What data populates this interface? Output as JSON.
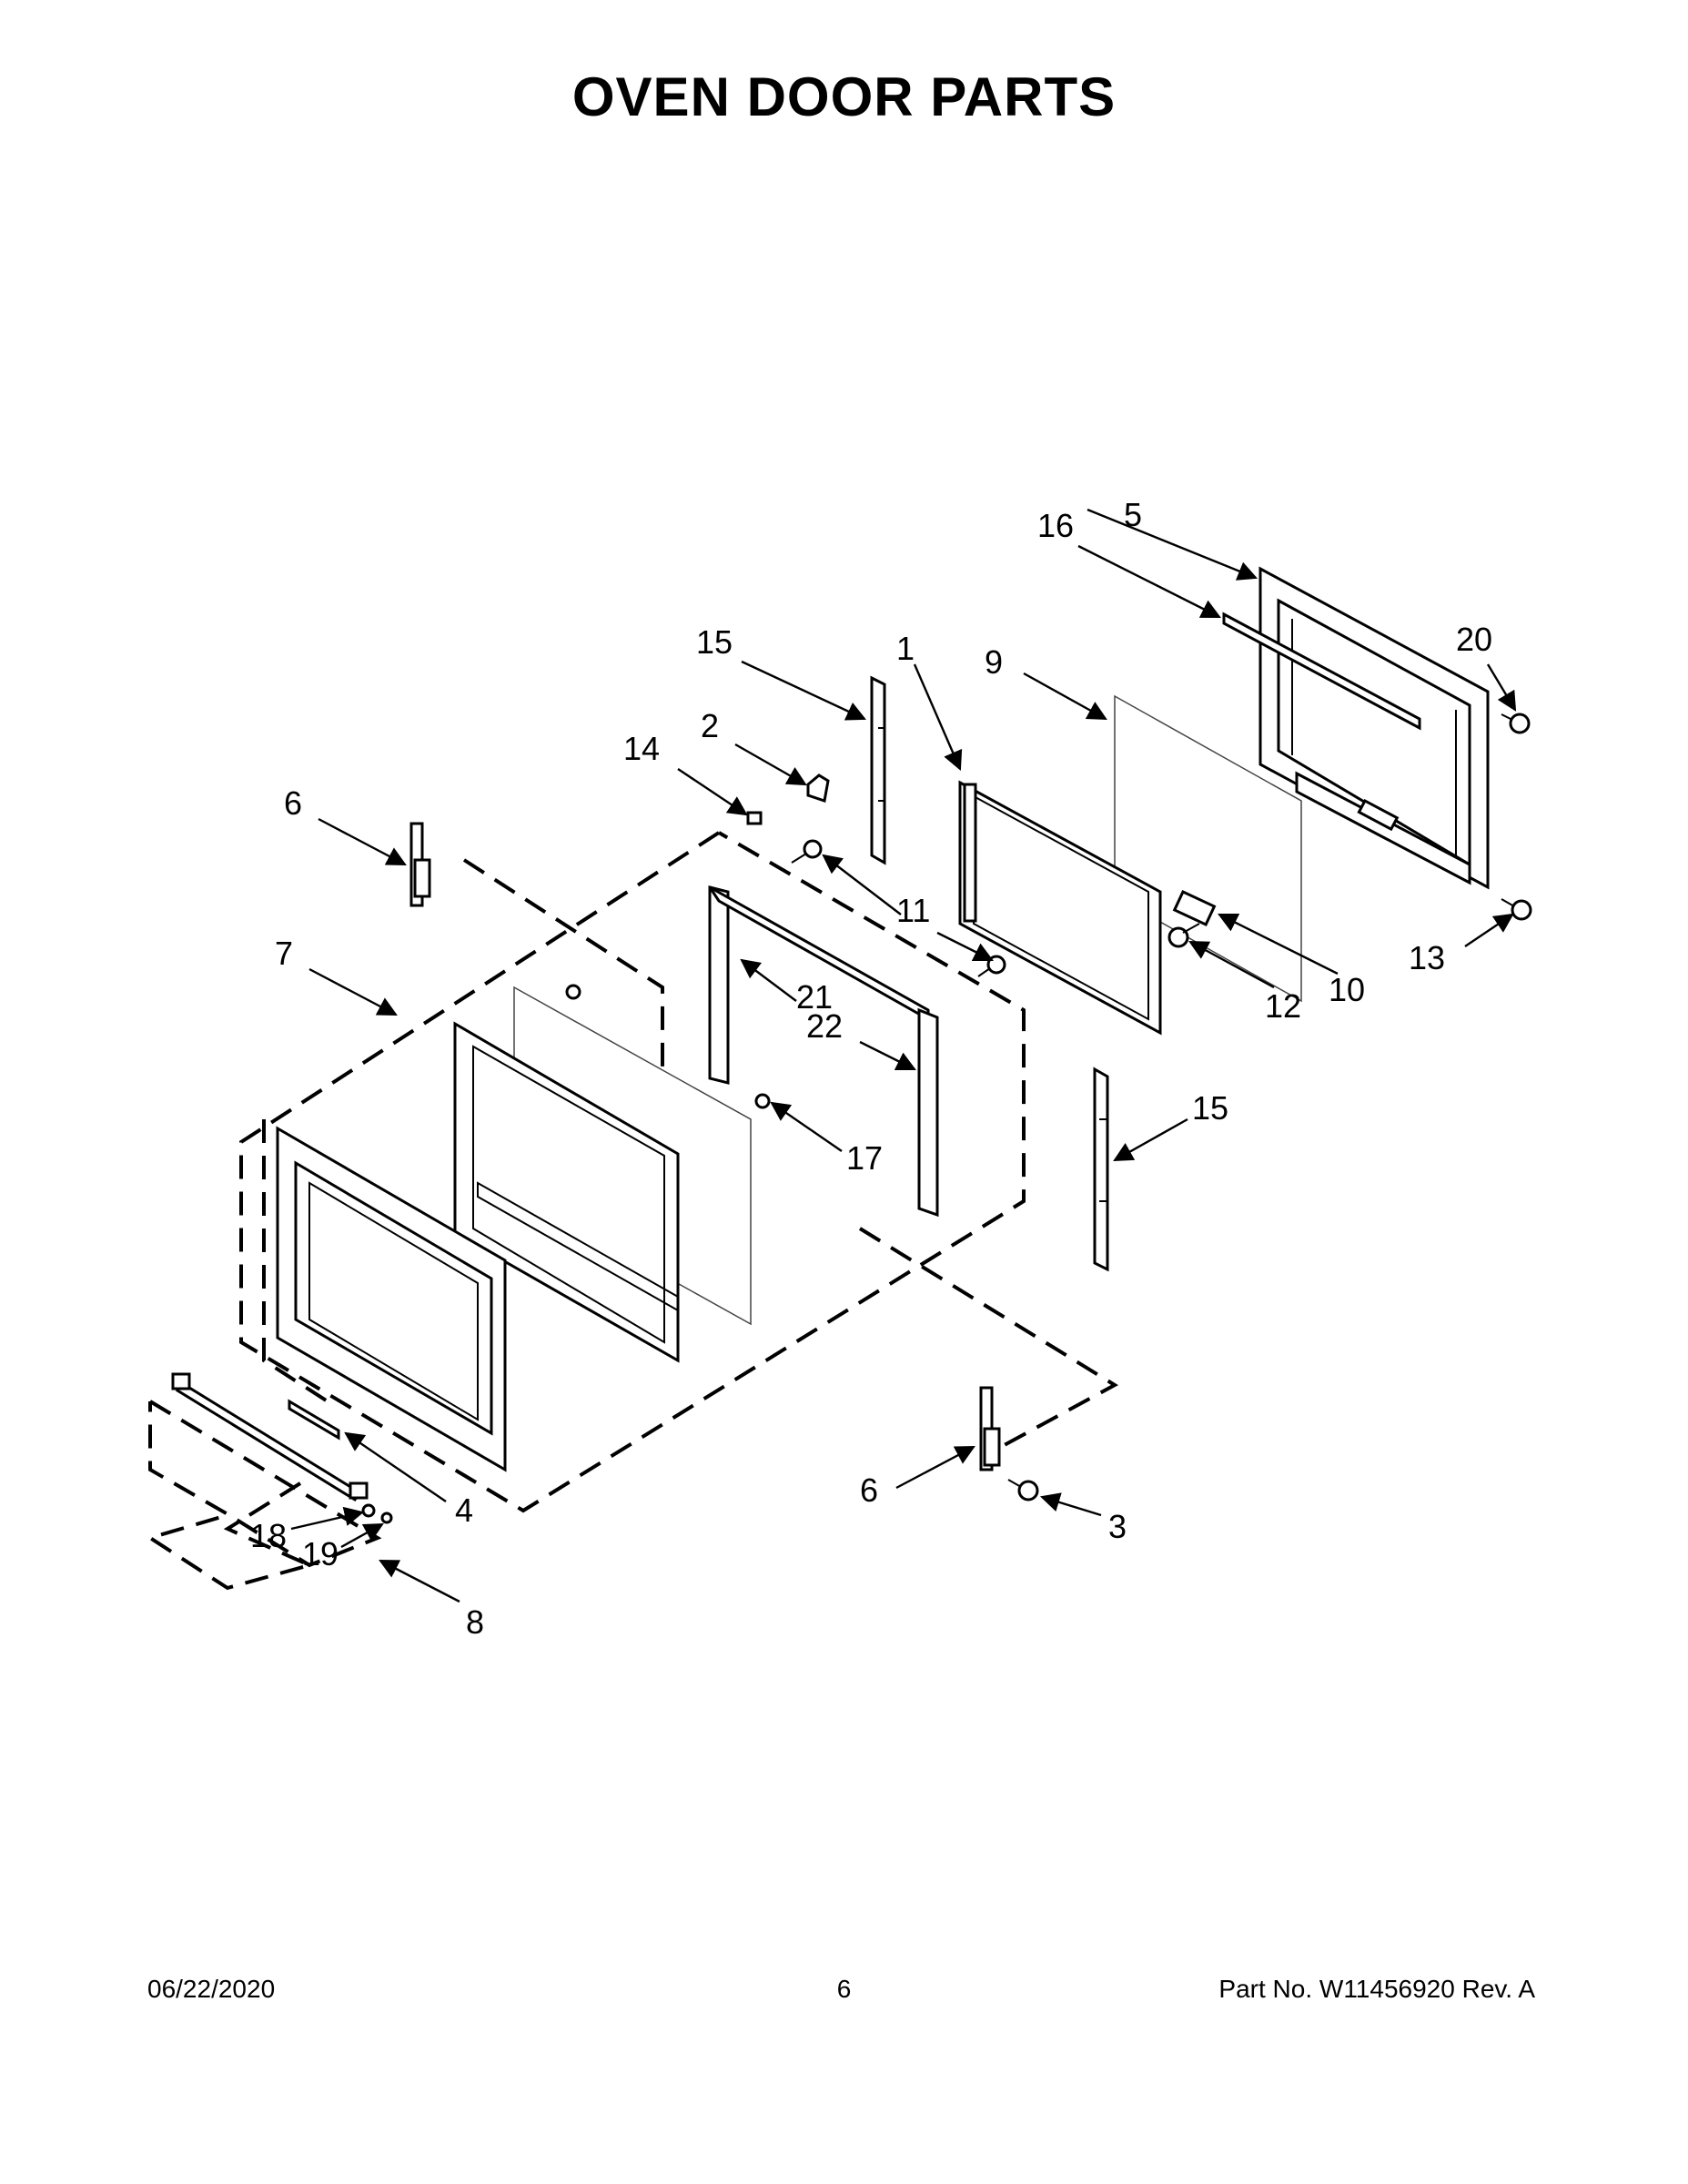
{
  "title": "OVEN DOOR PARTS",
  "callouts": {
    "c1": "1",
    "c2": "2",
    "c3": "3",
    "c4": "4",
    "c5": "5",
    "c6a": "6",
    "c6b": "6",
    "c7": "7",
    "c8": "8",
    "c9": "9",
    "c10": "10",
    "c11": "11",
    "c12": "12",
    "c13": "13",
    "c14": "14",
    "c15a": "15",
    "c15b": "15",
    "c16": "16",
    "c17": "17",
    "c18": "18",
    "c19": "19",
    "c20": "20",
    "c21": "21",
    "c22": "22"
  },
  "footer": {
    "date": "06/22/2020",
    "page": "6",
    "part_no": "Part No.  W11456920  Rev.  A"
  }
}
